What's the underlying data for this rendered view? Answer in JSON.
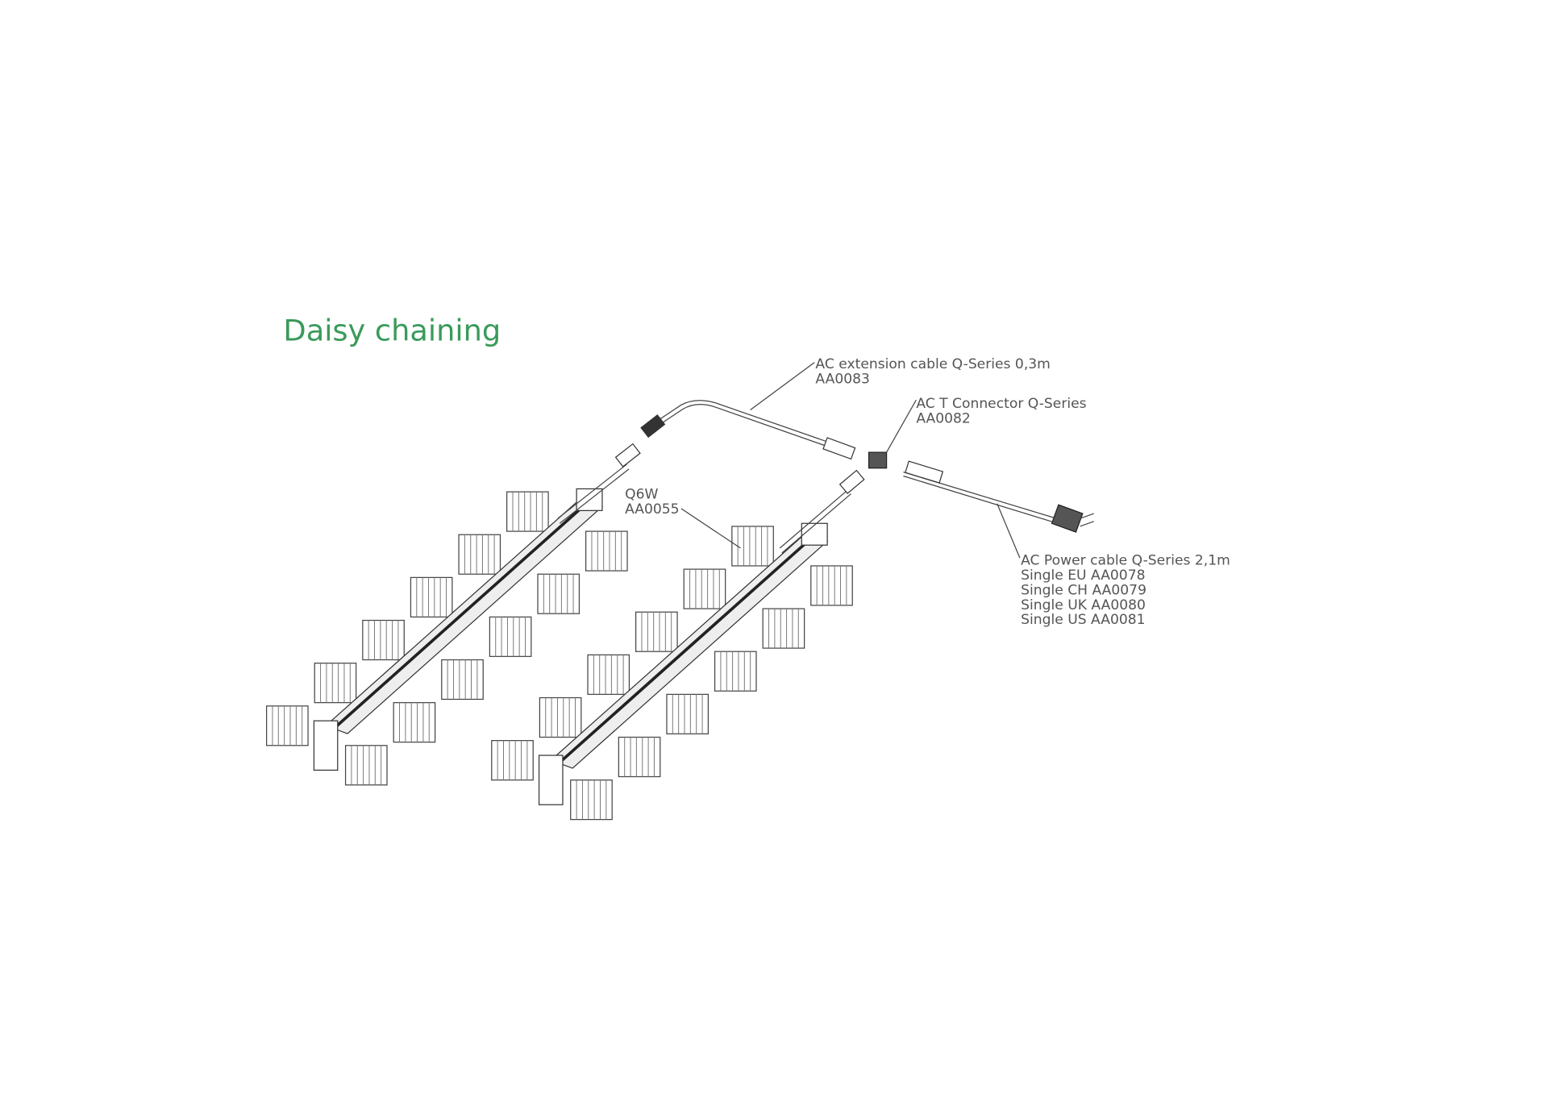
{
  "title": "Daisy chaining",
  "labels": {
    "extension": {
      "name": "AC extension cable Q-Series 0,3m",
      "code": "AA0083"
    },
    "t_connector": {
      "name": "AC T Connector Q-Series",
      "code": "AA0082"
    },
    "fixture": {
      "name": "Q6W",
      "code": "AA0055"
    },
    "power": {
      "name": "AC Power cable Q-Series 2,1m",
      "variants": [
        "Single EU  AA0078",
        "Single CH AA0079",
        "Single UK  AA0080",
        "Single US  AA0081"
      ]
    }
  },
  "colors": {
    "title": "#3a9a5a"
  }
}
